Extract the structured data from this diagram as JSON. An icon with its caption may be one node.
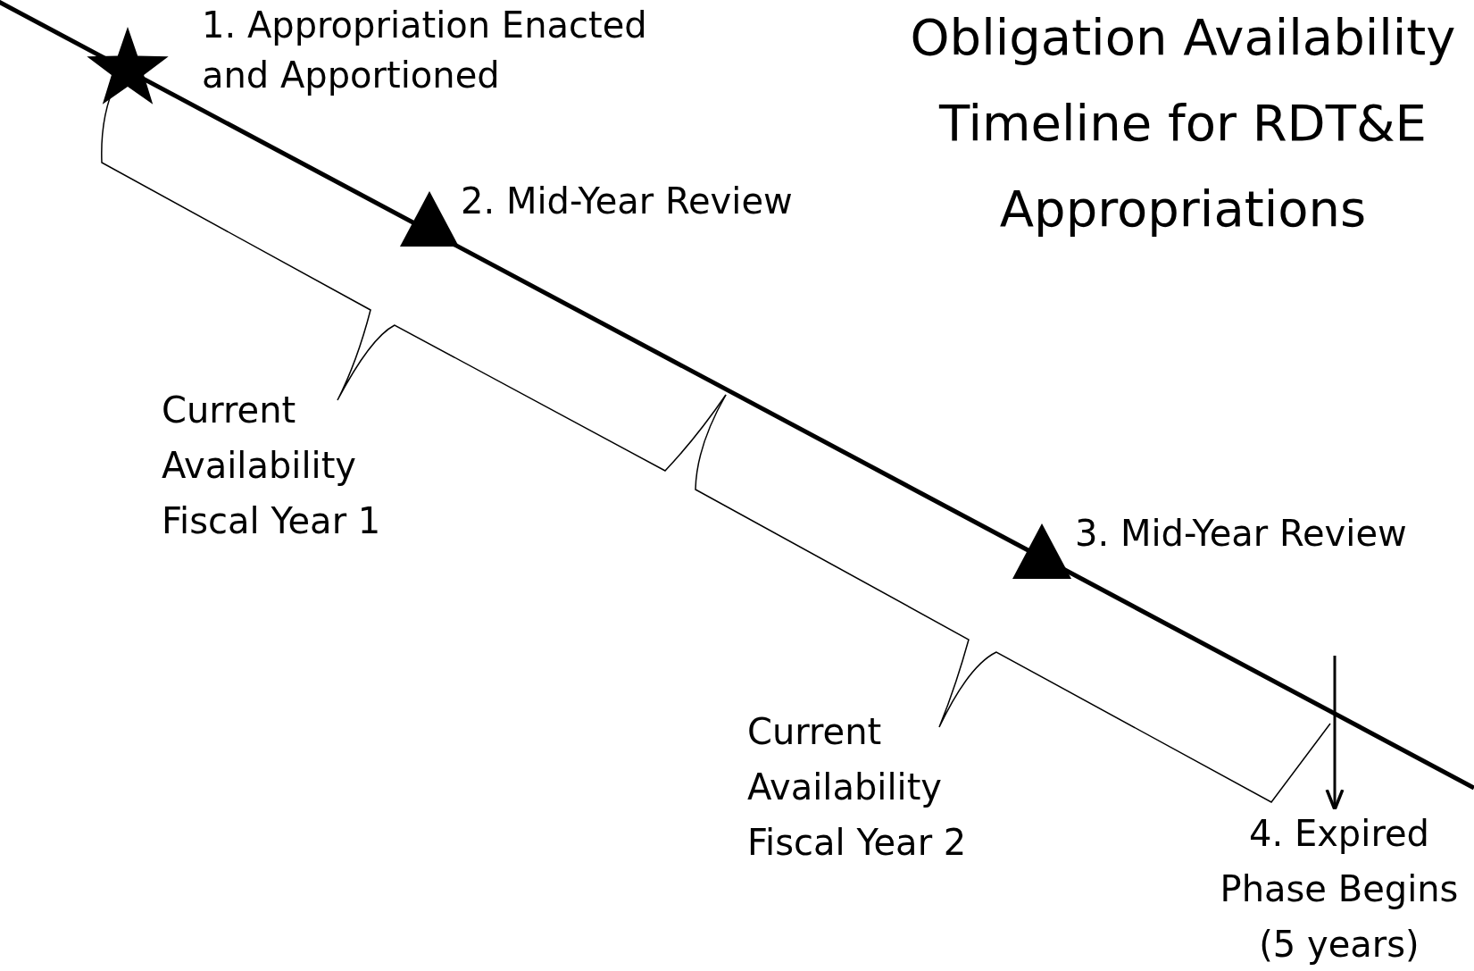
{
  "diagram": {
    "title": "Obligation Availability Timeline for RDT&E Appropriations",
    "nodes": [
      {
        "text": [
          "1. Appropriation Enacted and Apportioned"
        ]
      },
      {
        "text": [
          "2. Mid-Year Review"
        ]
      },
      {
        "text": [
          "3. Mid-Year Review"
        ]
      },
      {
        "text": [
          "4. Expired Phase Begins (5 years)"
        ]
      }
    ],
    "edges": [
      {
        "from": null,
        "to": 3,
        "arrow": "to"
      }
    ],
    "labels": [
      "Current Availability Fiscal Year 1",
      "Current Availability Fiscal Year 2"
    ]
  }
}
